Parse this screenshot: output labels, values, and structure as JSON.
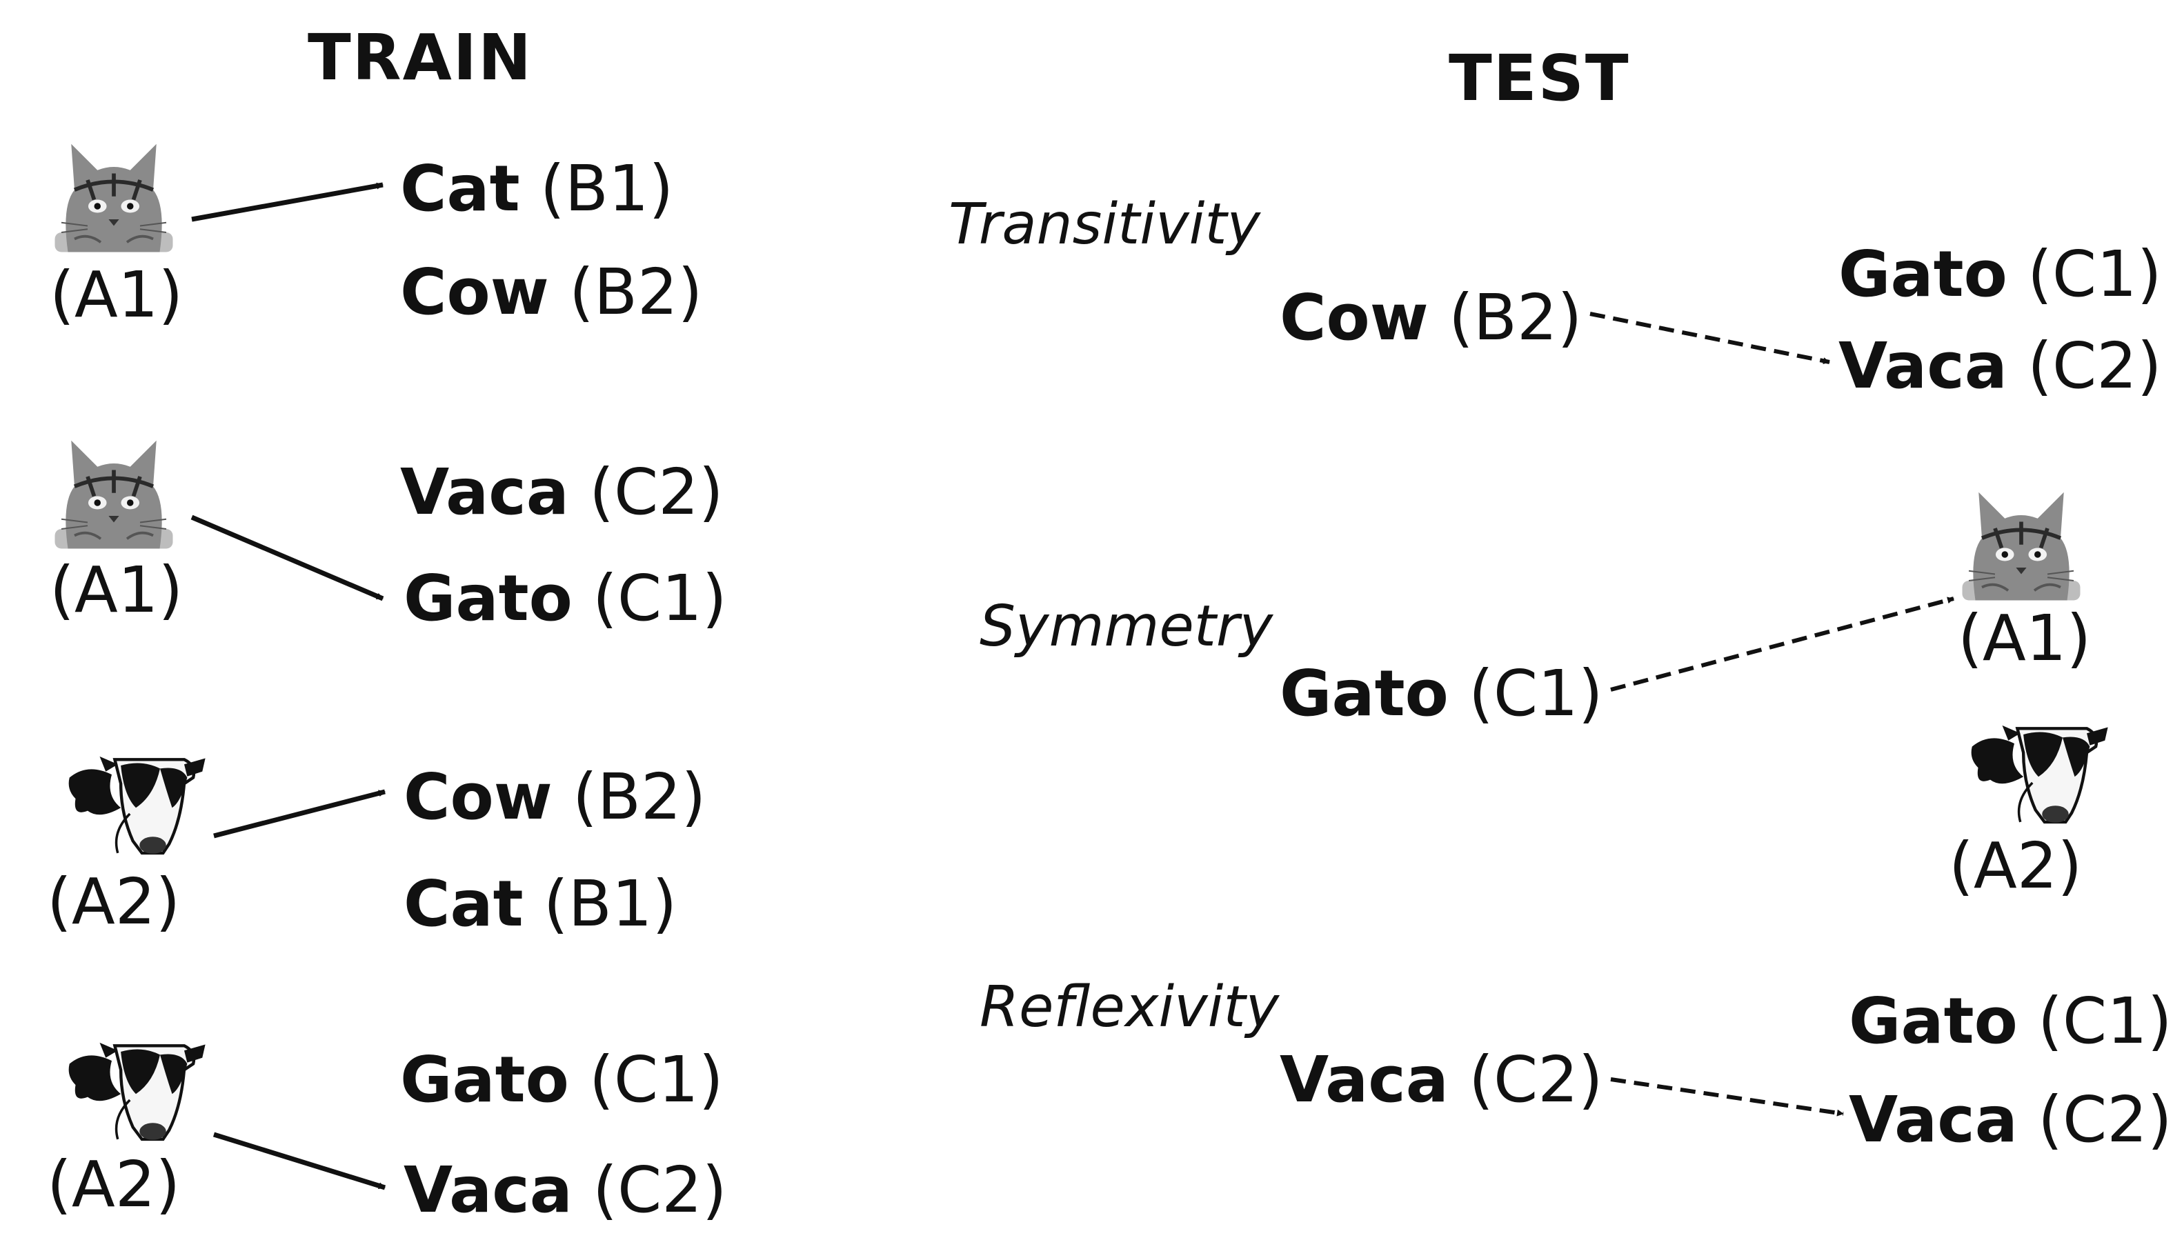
{
  "headers": {
    "train": "TRAIN",
    "test": "TEST"
  },
  "train_rows": [
    {
      "sample_code": "(A1)",
      "options": [
        {
          "word": "Cat",
          "code": "(B1)"
        },
        {
          "word": "Cow",
          "code": "(B2)"
        }
      ]
    },
    {
      "sample_code": "(A1)",
      "options": [
        {
          "word": "Vaca",
          "code": "(C2)"
        },
        {
          "word": "Gato",
          "code": "(C1)"
        }
      ]
    },
    {
      "sample_code": "(A2)",
      "options": [
        {
          "word": "Cow",
          "code": "(B2)"
        },
        {
          "word": "Cat",
          "code": "(B1)"
        }
      ]
    },
    {
      "sample_code": "(A2)",
      "options": [
        {
          "word": "Gato",
          "code": "(C1)"
        },
        {
          "word": "Vaca",
          "code": "(C2)"
        }
      ]
    }
  ],
  "test_rows": [
    {
      "relation": "Transitivity",
      "sample": {
        "word": "Cow",
        "code": "(B2)"
      },
      "options": [
        {
          "word": "Gato",
          "code": "(C1)"
        },
        {
          "word": "Vaca",
          "code": "(C2)"
        }
      ]
    },
    {
      "relation": "Symmetry",
      "sample": {
        "word": "Gato",
        "code": "(C1)"
      },
      "options": [
        {
          "code": "(A1)"
        },
        {
          "code": "(A2)"
        }
      ]
    },
    {
      "relation": "Reflexivity",
      "sample": {
        "word": "Vaca",
        "code": "(C2)"
      },
      "options": [
        {
          "word": "Gato",
          "code": "(C1)"
        },
        {
          "word": "Vaca",
          "code": "(C2)"
        }
      ]
    }
  ],
  "icons": {
    "cat": "cat-photo-icon",
    "cow": "cow-photo-icon"
  }
}
